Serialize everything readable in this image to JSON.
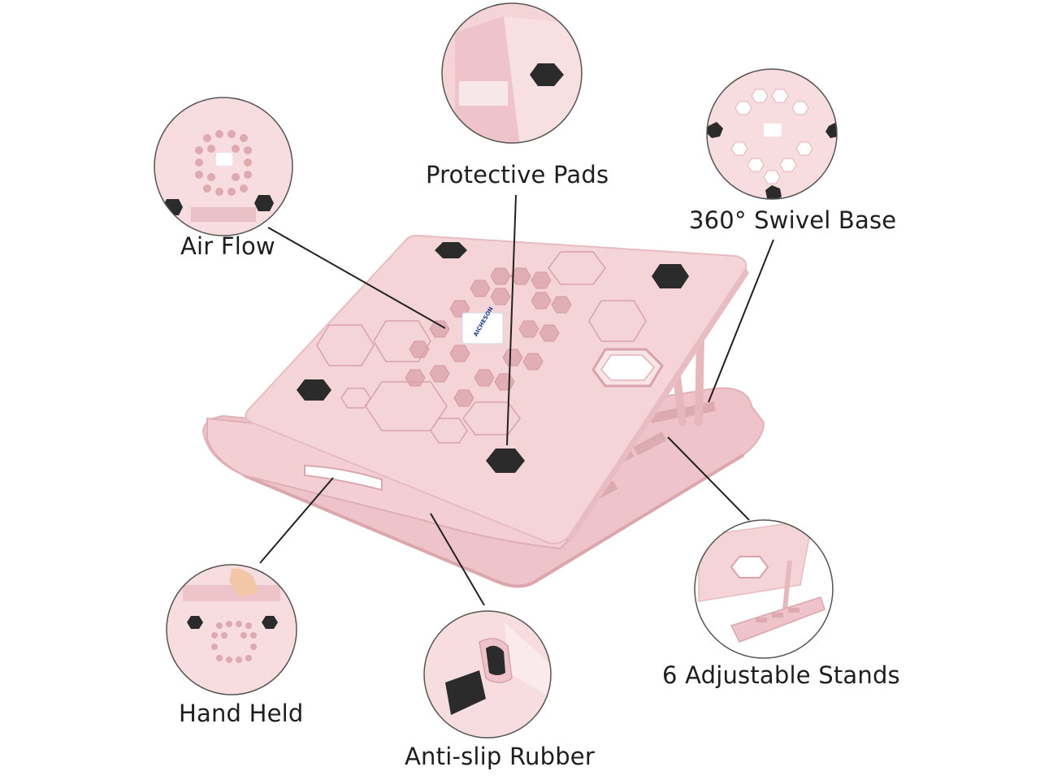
{
  "callouts": {
    "air_flow": "Air Flow",
    "protective_pads": "Protective Pads",
    "swivel_base": "360° Swivel Base",
    "hand_held": "Hand Held",
    "anti_slip": "Anti-slip Rubber",
    "adjustable_stands": "6 Adjustable Stands"
  },
  "product": {
    "brand": "AICHESON"
  },
  "colors": {
    "product_pink": "#f5d4d8",
    "product_shadow": "#e8bcc2",
    "pad_black": "#2b2b2b",
    "leader_line": "#222222",
    "circle_border": "#555555"
  }
}
